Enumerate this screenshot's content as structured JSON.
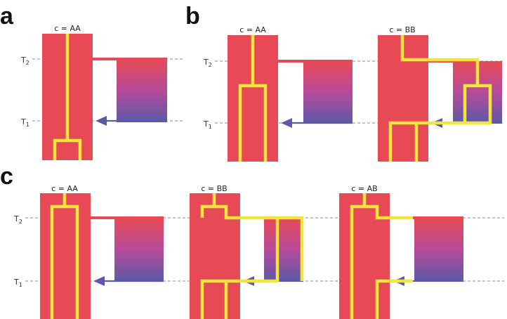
{
  "colors": {
    "pop_a": "#e84a55",
    "pop_b_top": "#e84a55",
    "pop_b_mid": "#b64a9a",
    "pop_b_bottom": "#5a5aa8",
    "lineage": "#f2e63c",
    "migration_arrow": "#5a5aa8",
    "dashed_line": "#8a8a8a"
  },
  "panels": {
    "a": {
      "letter": "a",
      "t2": "T",
      "t2_sub": "2",
      "t1": "T",
      "t1_sub": "1",
      "diagrams": [
        {
          "label": "c = AA"
        }
      ]
    },
    "b": {
      "letter": "b",
      "t2": "T",
      "t2_sub": "2",
      "t1": "T",
      "t1_sub": "1",
      "diagrams": [
        {
          "label": "c = AA"
        },
        {
          "label": "c = BB"
        }
      ]
    },
    "c": {
      "letter": "c",
      "t2": "T",
      "t2_sub": "2",
      "t1": "T",
      "t1_sub": "1",
      "diagrams": [
        {
          "label": "c = AA"
        },
        {
          "label": "c = BB"
        },
        {
          "label": "c = AB"
        }
      ]
    }
  }
}
